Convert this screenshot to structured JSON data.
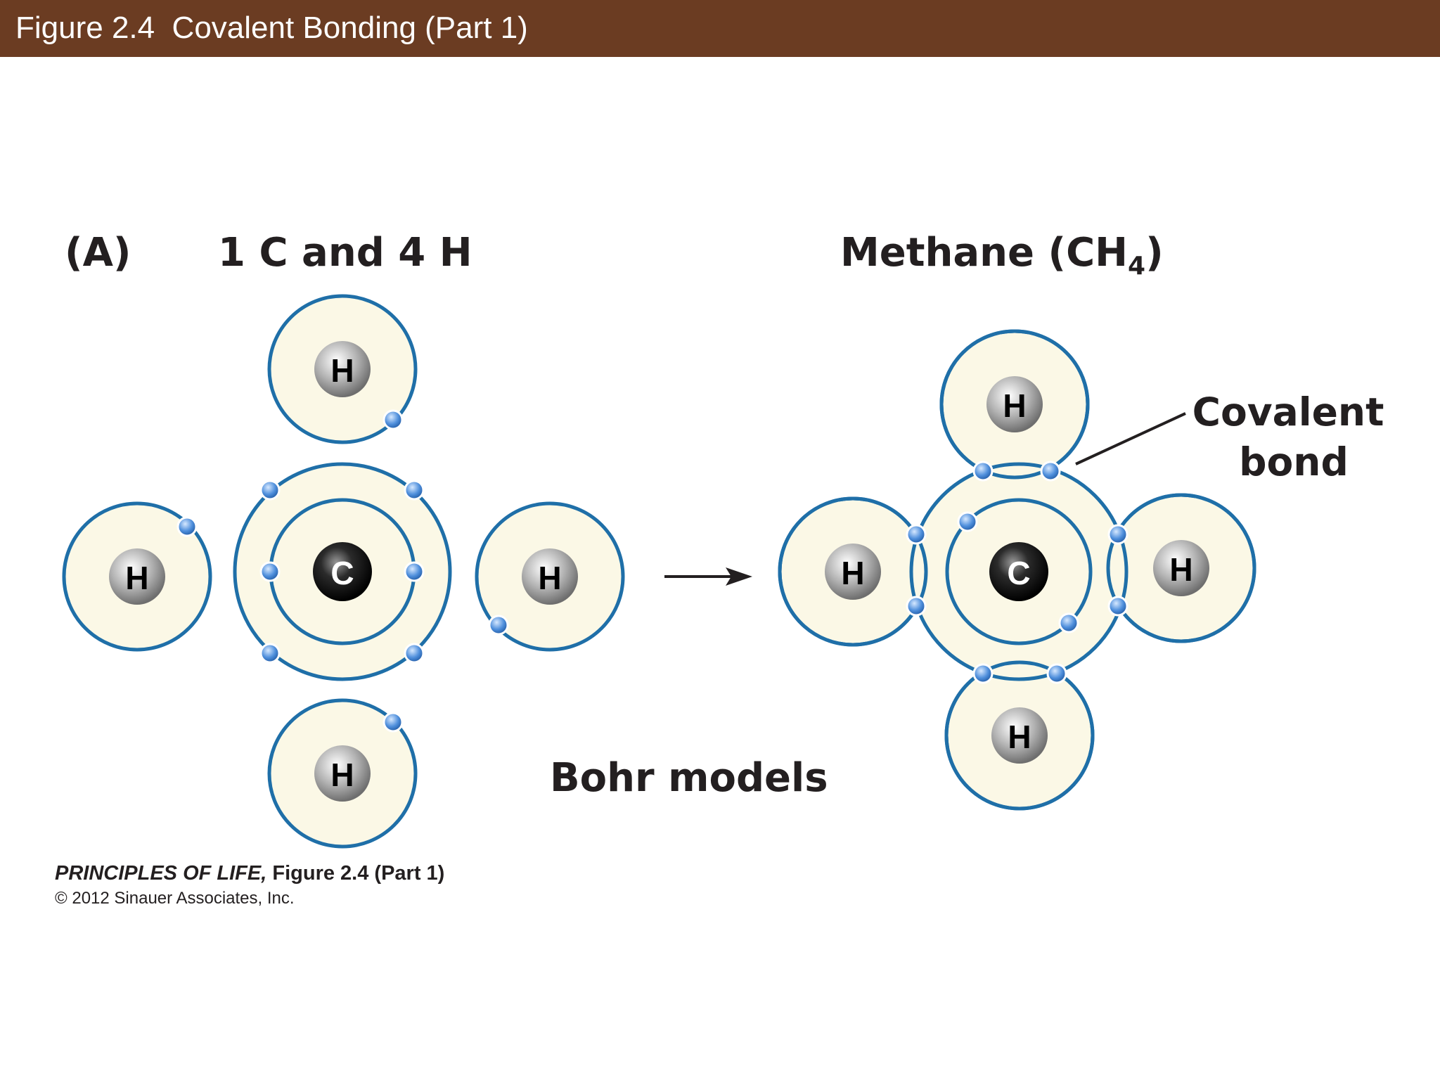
{
  "slide": {
    "title": "Figure 2.4  Covalent Bonding (Part 1)"
  },
  "figure": {
    "panel_label": "(A)",
    "left_heading": "1 C and 4 H",
    "right_heading_text": "Methane  (CH",
    "right_heading_subscript": "4",
    "right_heading_close": ")",
    "bond_label_line1": "Covalent",
    "bond_label_line2": "bond",
    "caption": "Bohr models",
    "atoms": {
      "hydrogen": "H",
      "carbon": "C"
    }
  },
  "credit": {
    "book": "PRINCIPLES OF LIFE,",
    "figure_ref": " Figure 2.4 (Part 1)",
    "copyright": "© 2012 Sinauer Associates, Inc."
  },
  "colors": {
    "title_bar": "#6b3c22",
    "shell_stroke": "#1f6fa8",
    "atom_fill": "#fbf8e6",
    "electron": "#4f8fdc",
    "text": "#231f20"
  }
}
